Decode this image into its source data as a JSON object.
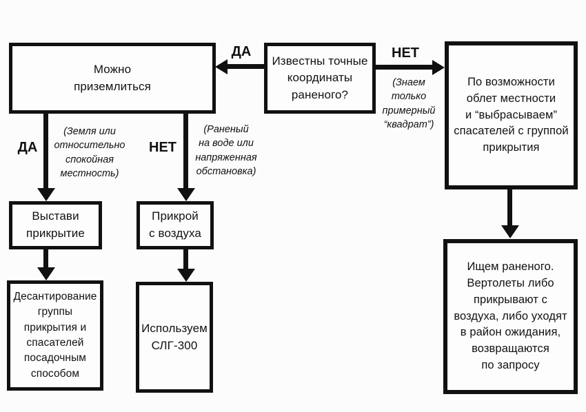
{
  "nodes": {
    "can_land": "Можно\nприземлиться",
    "coords_known": "Известны точные\nкоординаты\nраненого?",
    "flyover": "По возможности\nоблет местности\nи “выбрасываем”\nспасателей с группой\nприкрытия",
    "set_cover": "Выстави\nприкрытие",
    "air_cover": "Прикрой\nс воздуха",
    "landing_method": "Десантирование\nгруппы\nприкрытия и\nспасателей\nпосадочным\nспособом",
    "use_slg": "Используем\nСЛГ-300",
    "search": "Ищем раненого.\nВертолеты либо\nприкрывают с\nвоздуха, либо уходят\nв район ожидания,\nвозвращаются\nпо запросу"
  },
  "edge_labels": {
    "yes_left": "ДА",
    "no_right": "НЕТ",
    "yes_down": "ДА",
    "no_down": "НЕТ"
  },
  "notes": {
    "approx_square": "(Знаем\nтолько\nпримерный\n“квадрат”)",
    "calm_terrain": "(Земля или\nотносительно\nспокойная\nместность)",
    "water_tension": "(Раненый\nна воде или\nнапряженная\nобстановка)"
  },
  "colors": {
    "ink": "#111111",
    "background": "#fcfcfc",
    "paper": "#fdfdfd"
  }
}
